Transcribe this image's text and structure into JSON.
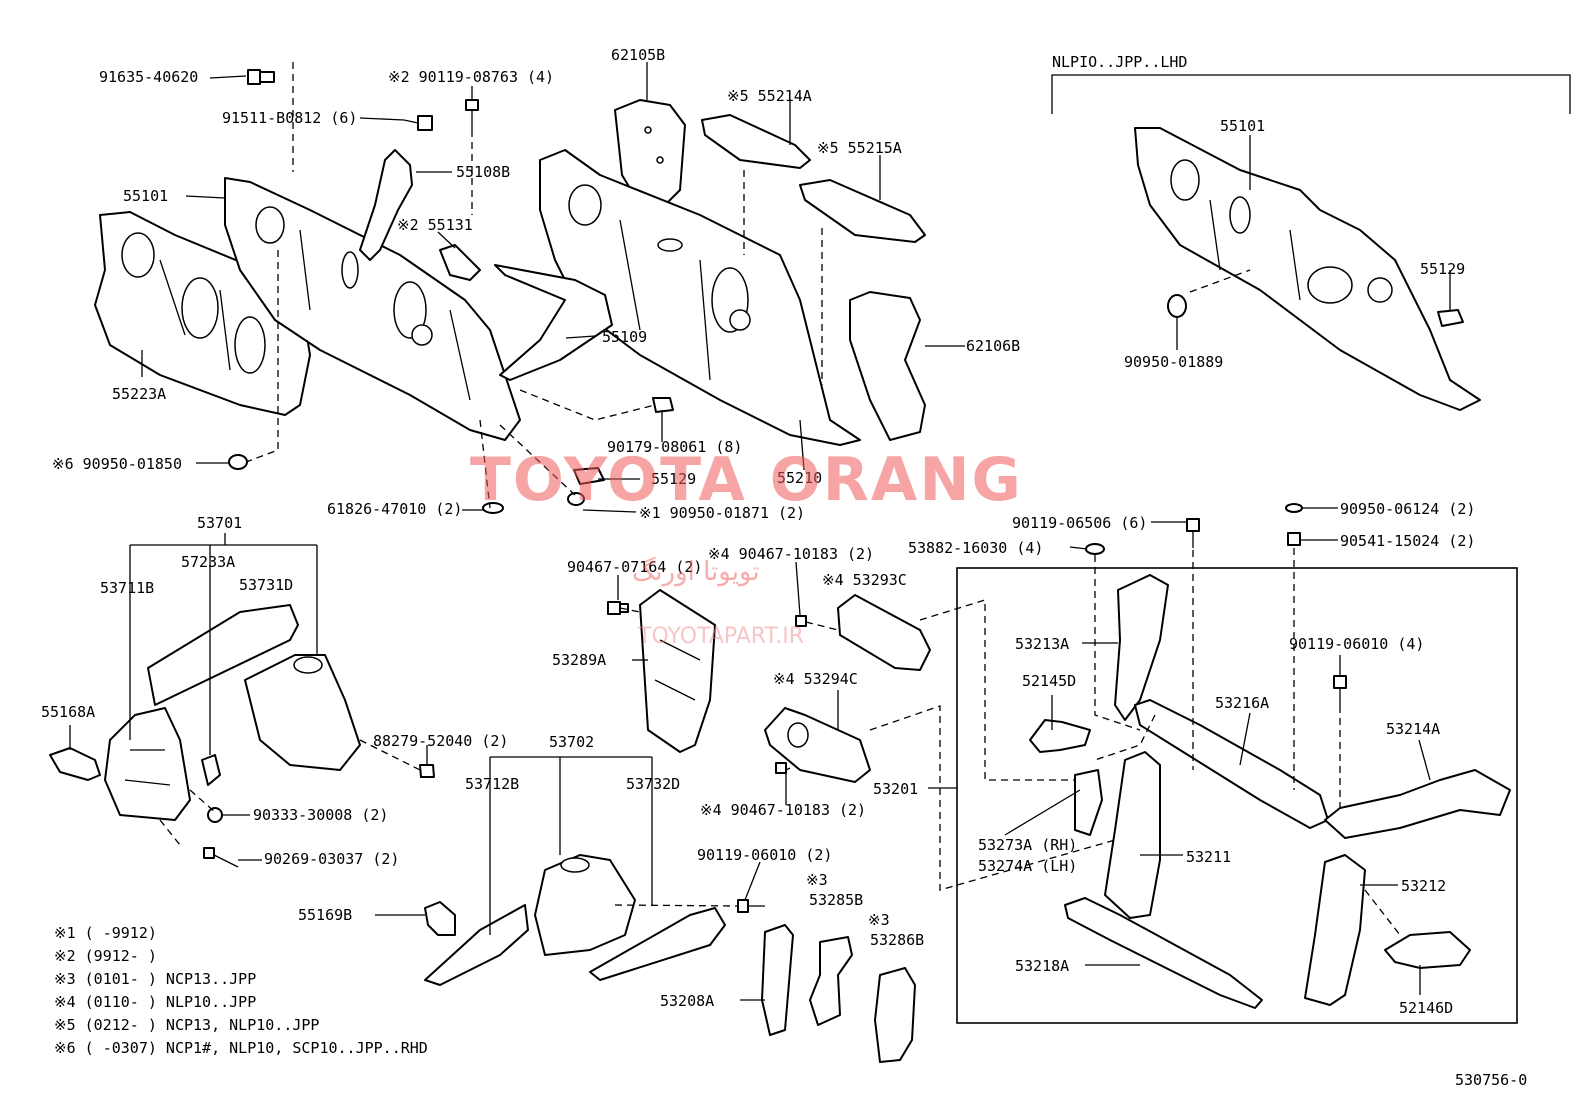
{
  "header_variant": "NLPIO..JPP..LHD",
  "watermark": {
    "title": "TOYOTA ORANG",
    "persian": "تویوتا اورنگ",
    "site": "TOYOTAPART.IR"
  },
  "diagram_id": "530756-0",
  "labels": {
    "p91635": "91635-40620",
    "p90119_08763": "※2 90119-08763 (4)",
    "p91511": "91511-B0812 (6)",
    "p55108b": "55108B",
    "p55101_l": "55101",
    "p55131": "※2 55131",
    "p55223a": "55223A",
    "p90950_01850": "※6  90950-01850",
    "p62105b": "62105B",
    "p55214a": "※5 55214A",
    "p55215a": "※5 55215A",
    "p62106b": "62106B",
    "p55109": "55109",
    "p90179": "90179-08061 (8)",
    "p55129_c": "55129",
    "p55210": "55210",
    "p61826": "61826-47010 (2)",
    "p90950_01871": "※1 90950-01871 (2)",
    "p55101_r": "55101",
    "p55129_r": "55129",
    "p90950_01889": "90950-01889",
    "p53701": "53701",
    "p57233a": "57233A",
    "p53711b": "53711B",
    "p53731d": "53731D",
    "p55168a": "55168A",
    "p88279": "88279-52040 (2)",
    "p90333": "90333-30008 (2)",
    "p90269": "90269-03037 (2)",
    "p90467_07164": "90467-07164 (2)",
    "p90467_10183_t": "※4 90467-10183 (2)",
    "p53293c": "※4 53293C",
    "p53289a": "53289A",
    "p53294c": "※4 53294C",
    "p90467_10183_b": "※4 90467-10183 (2)",
    "p53702": "53702",
    "p53712b": "53712B",
    "p53732d": "53732D",
    "p55169b": "55169B",
    "p90119_06010_c": "90119-06010 (2)",
    "p53285b": "53285B",
    "p53285b_mark": "※3",
    "p53286b": "53286B",
    "p53286b_mark": "※3",
    "p53208a": "53208A",
    "p90119_06506": "90119-06506 (6)",
    "p53882": "53882-16030 (4)",
    "p90950_06124": "90950-06124 (2)",
    "p90541": "90541-15024 (2)",
    "p53213a": "53213A",
    "p52145d": "52145D",
    "p90119_06010_r": "90119-06010 (4)",
    "p53216a": "53216A",
    "p53214a": "53214A",
    "p53201": "53201",
    "p53273a": "53273A (RH)",
    "p53274a": "53274A (LH)",
    "p53211": "53211",
    "p53212": "53212",
    "p53218a": "53218A",
    "p52146d": "52146D"
  },
  "footnotes": [
    {
      "mark": "※1",
      "range": "(      -9912)",
      "models": ""
    },
    {
      "mark": "※2",
      "range": "(9912-      )",
      "models": ""
    },
    {
      "mark": "※3",
      "range": "(0101-      )",
      "models": "NCP13..JPP"
    },
    {
      "mark": "※4",
      "range": "(0110-      )",
      "models": "NLP10..JPP"
    },
    {
      "mark": "※5",
      "range": "(0212-      )",
      "models": "NCP13, NLP10..JPP"
    },
    {
      "mark": "※6",
      "range": "(      -0307)",
      "models": "NCP1#, NLP10, SCP10..JPP..RHD"
    }
  ]
}
